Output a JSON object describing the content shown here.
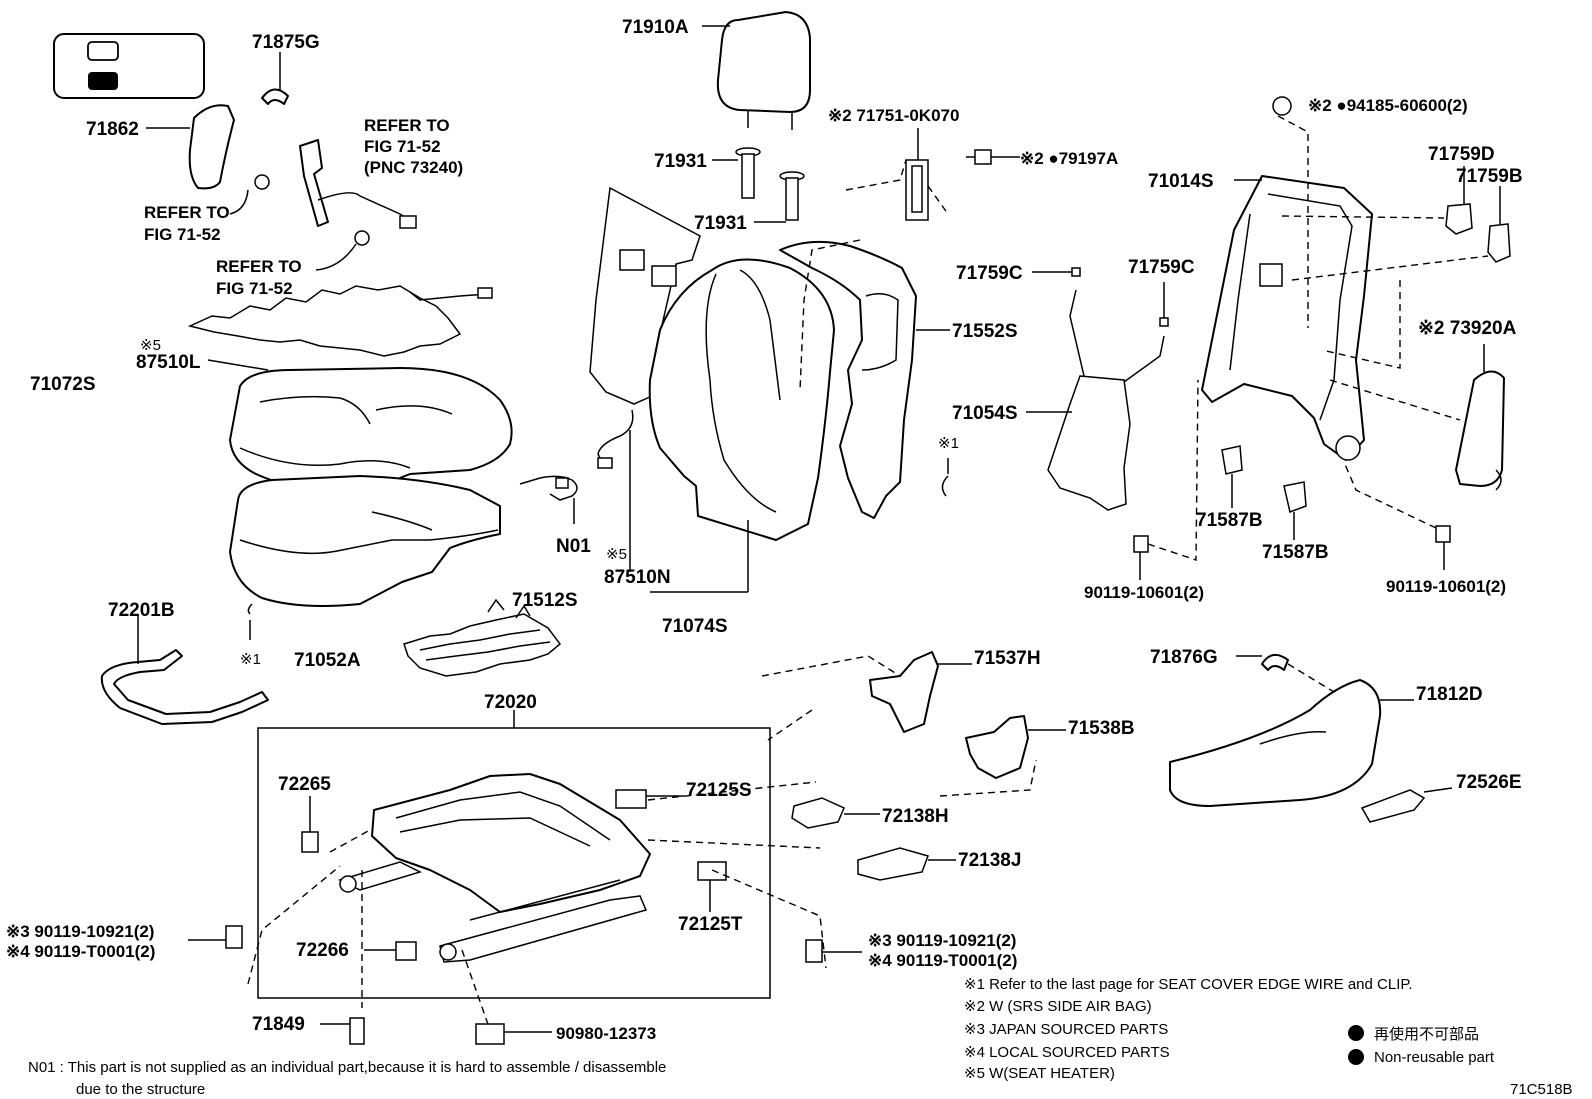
{
  "labels": {
    "p71875G": "71875G",
    "p71862": "71862",
    "p71910A": "71910A",
    "p71751": "※2 71751-0K070",
    "p94185": "※2 ●94185-60600(2)",
    "p79197A": "※2 ●79197A",
    "p71931a": "71931",
    "p71931b": "71931",
    "p71014S": "71014S",
    "p71759D": "71759D",
    "p71759B": "71759B",
    "p71759C_left": "71759C",
    "p71759C_right": "71759C",
    "p71552S": "71552S",
    "p73920A": "※2 73920A",
    "p71054S": "71054S",
    "p71072S": "71072S",
    "p87510L_mark": "※5",
    "p87510L": "87510L",
    "pX1_mid": "※1",
    "pN01": "N01",
    "p87510N_mark": "※5",
    "p87510N": "87510N",
    "p71512S": "71512S",
    "p71074S": "71074S",
    "p71587B_a": "71587B",
    "p71587B_b": "71587B",
    "p90119_10601_a": "90119-10601(2)",
    "p90119_10601_b": "90119-10601(2)",
    "p72201B": "72201B",
    "pX1_left": "※1",
    "p71052A": "71052A",
    "p72020": "72020",
    "p71537H": "71537H",
    "p71876G": "71876G",
    "p71812D": "71812D",
    "p71538B": "71538B",
    "p72526E": "72526E",
    "p72265": "72265",
    "p72125S": "72125S",
    "p72138H": "72138H",
    "p72138J": "72138J",
    "p72125T": "72125T",
    "p72266": "72266",
    "p71849": "71849",
    "p90980": "90980-12373",
    "bolt_left_1": "※3 90119-10921(2)",
    "bolt_left_2": "※4 90119-T0001(2)",
    "bolt_right_1": "※3 90119-10921(2)",
    "bolt_right_2": "※4 90119-T0001(2)"
  },
  "refer": {
    "r1_line1": "REFER TO",
    "r1_line2": "FIG 71-52",
    "r1_line3": "(PNC 73240)",
    "r2_line1": "REFER TO",
    "r2_line2": "FIG 71-52",
    "r3_line1": "REFER TO",
    "r3_line2": "FIG 71-52"
  },
  "notes": {
    "n1": "※1  Refer to the last page for SEAT COVER EDGE WIRE and CLIP.",
    "n2": "※2  W (SRS SIDE AIR BAG)",
    "n3": "※3  JAPAN SOURCED PARTS",
    "n4": "※4  LOCAL SOURCED PARTS",
    "n5": "※5  W(SEAT HEATER)",
    "legend_jp": "再使用不可部品",
    "legend_en": "Non-reusable part",
    "n01_line1": "N01 : This part is not supplied as an individual part,because it is hard to assemble / disassemble",
    "n01_line2": "due to the structure",
    "figure_id": "71C518B"
  }
}
